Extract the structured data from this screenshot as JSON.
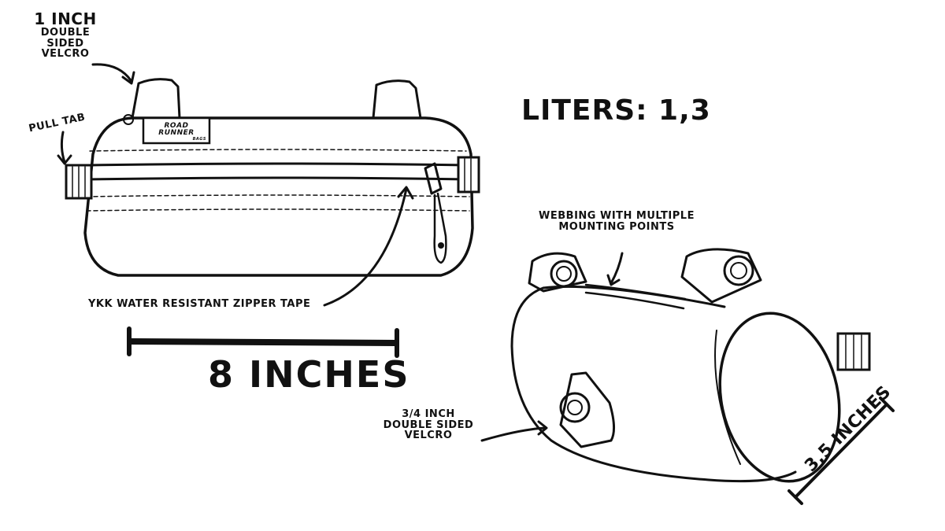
{
  "labels": {
    "velcro_1": {
      "line1": "1 inch",
      "line2": "double sided",
      "line3": "velcro"
    },
    "pull_tab": "Pull tab",
    "brand": {
      "name": "ROAD RUNNER",
      "sub": "BAGS"
    },
    "liters": "Liters: 1,3",
    "webbing": {
      "line1": "Webbing with multiple",
      "line2": "mounting points"
    },
    "zipper": "YKK water resistant zipper tape",
    "width": "8 inches",
    "velcro_34": {
      "line1": "3/4 inch",
      "line2": "double sided",
      "line3": "velcro"
    },
    "diameter": "3,5 inches"
  }
}
